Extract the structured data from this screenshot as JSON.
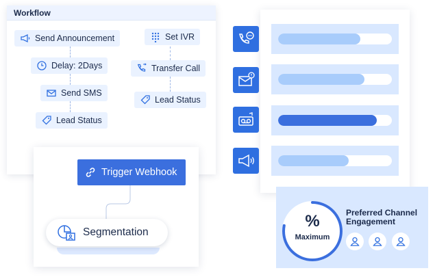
{
  "workflow": {
    "title": "Workflow",
    "nodes": {
      "send_announcement": "Send Announcement",
      "delay": "Delay: 2Days",
      "send_sms": "Send SMS",
      "lead_status_left": "Lead Status",
      "set_ivr": "Set IVR",
      "transfer_call": "Transfer Call",
      "lead_status_right": "Lead Status"
    }
  },
  "channels": [
    {
      "icon": "phone-chat-icon",
      "progress": 0.72
    },
    {
      "icon": "mail-notification-icon",
      "progress": 0.76
    },
    {
      "icon": "voicemail-icon",
      "progress": 0.87
    },
    {
      "icon": "megaphone-icon",
      "progress": 0.62
    }
  ],
  "webhook": {
    "trigger_label": "Trigger Webhook",
    "segmentation_label": "Segmentation"
  },
  "preferred": {
    "gauge_symbol": "%",
    "gauge_label": "Maximum",
    "gauge_progress": 0.78,
    "title": "Preferred Channel Engagement",
    "avatar_count": 3
  },
  "colors": {
    "accent": "#3b6fde",
    "light_accent": "#d9e8ff",
    "bar_light": "#a8ccfb"
  }
}
